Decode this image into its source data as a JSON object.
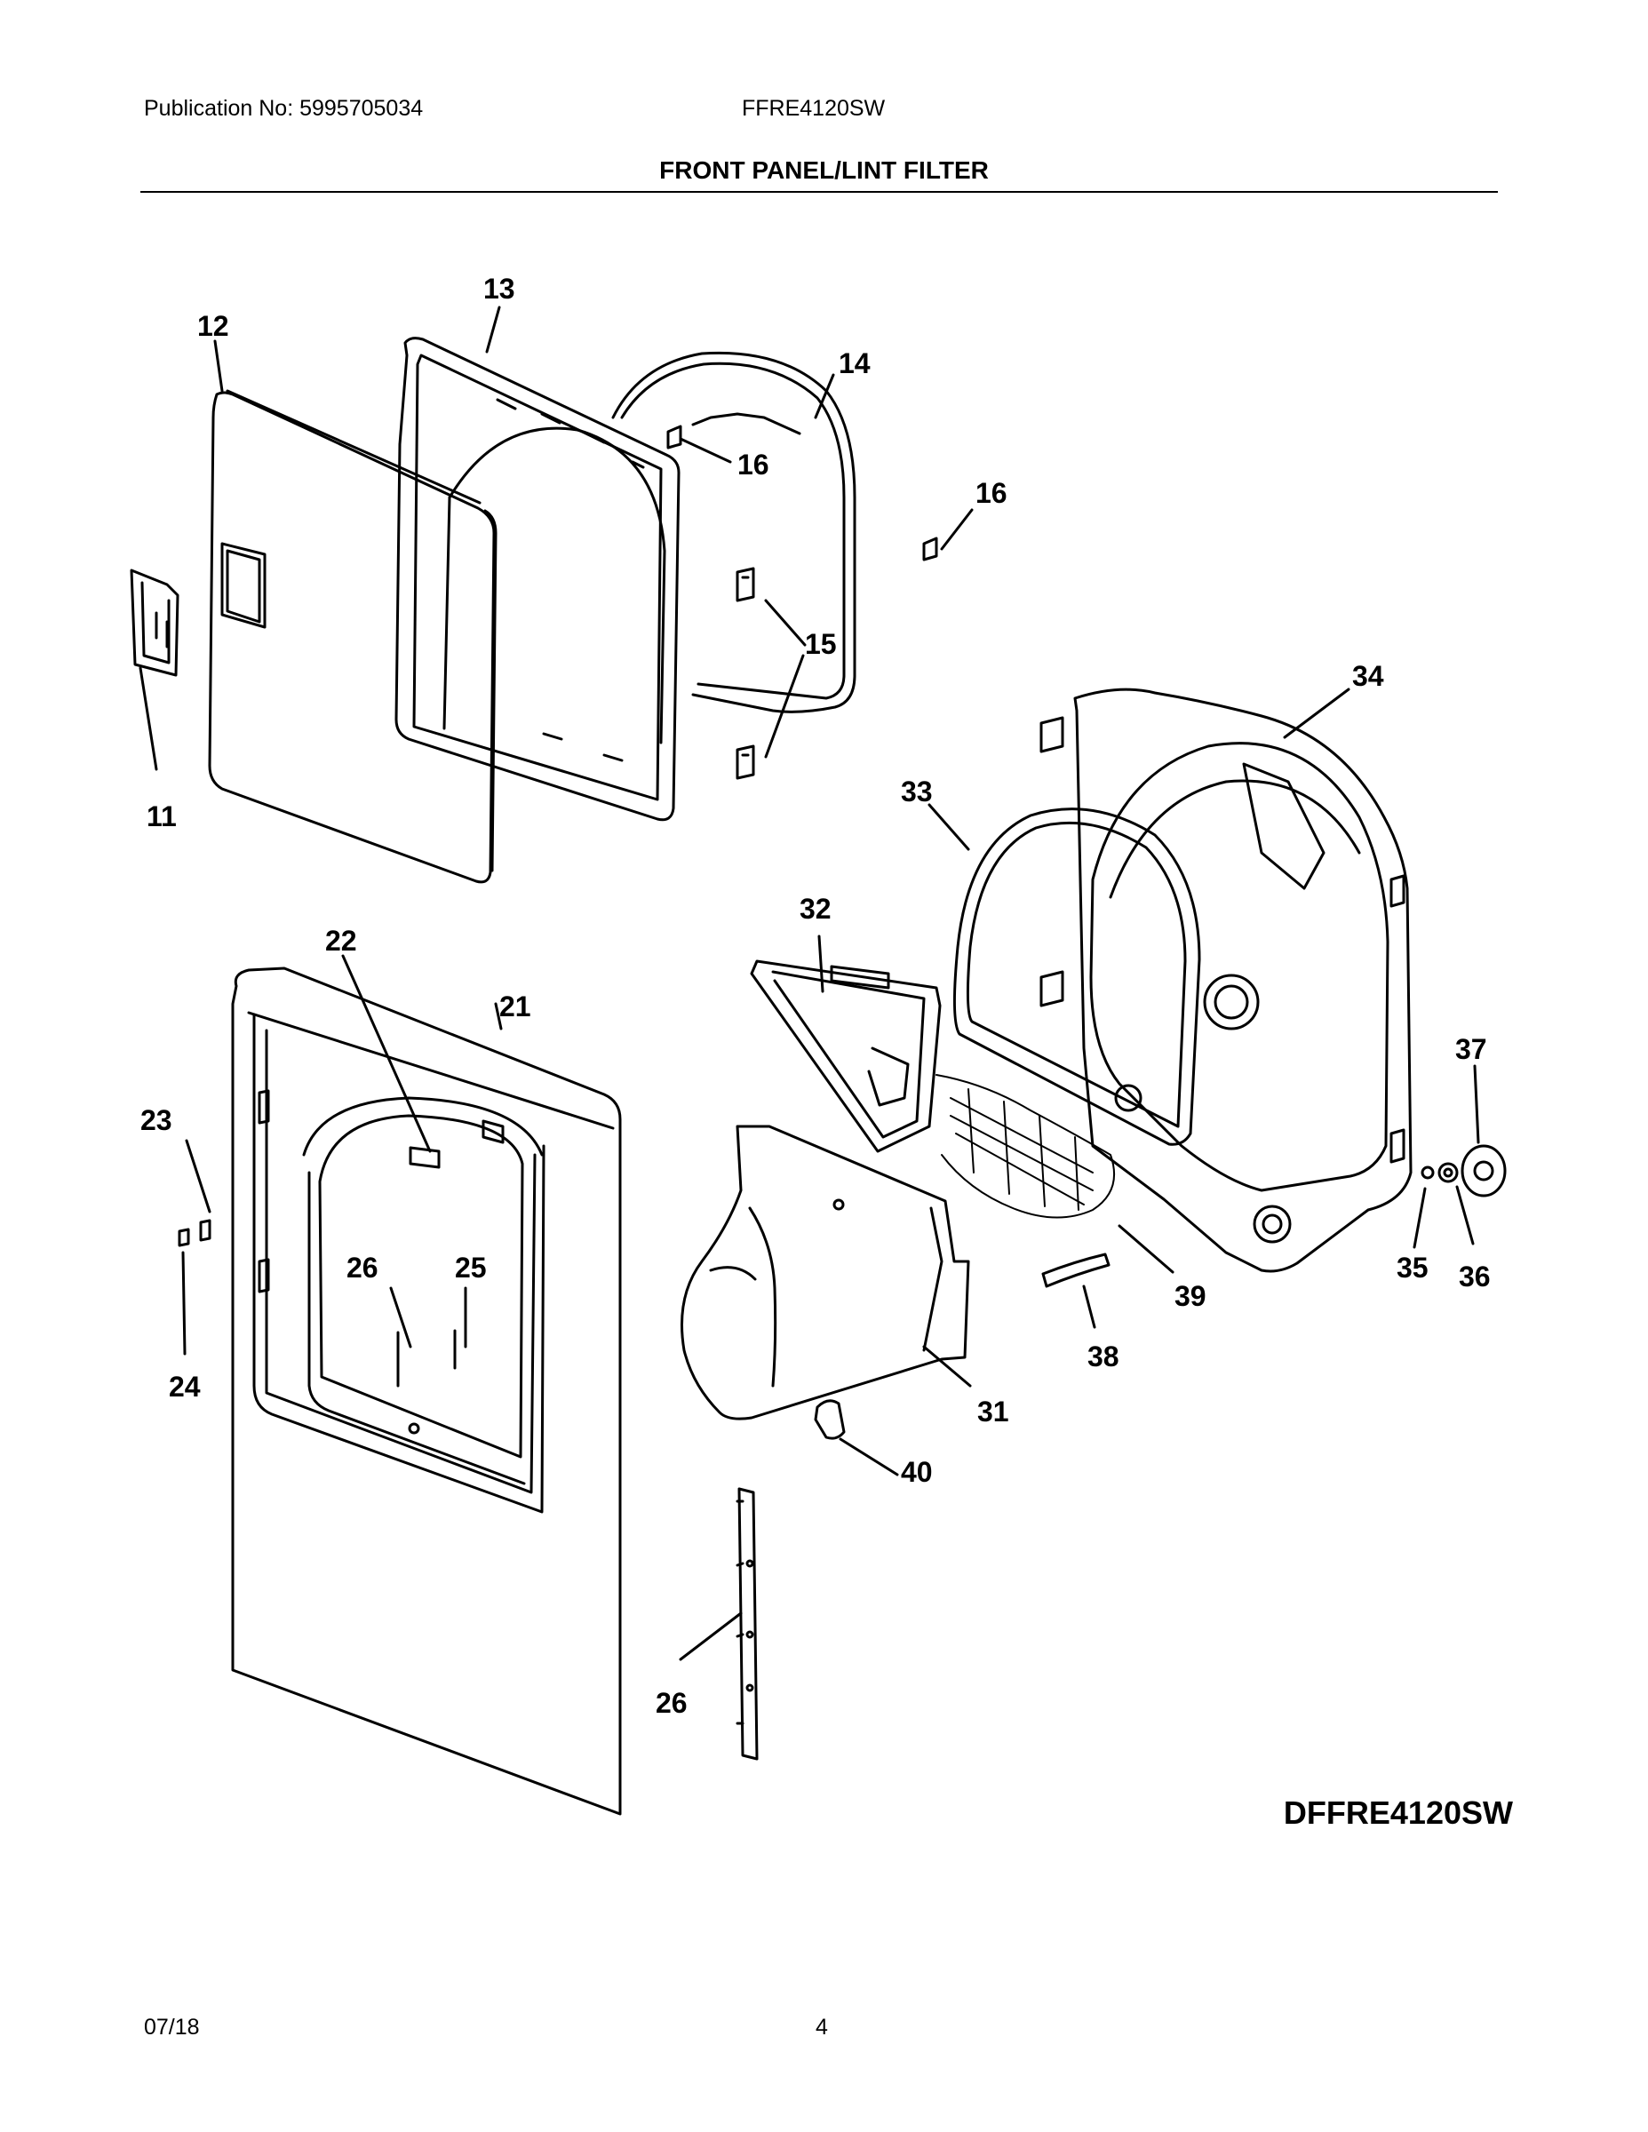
{
  "header": {
    "publication": "Publication No: 5995705034",
    "model": "FFRE4120SW",
    "title": "FRONT PANEL/LINT FILTER"
  },
  "diagram": {
    "id_label": "DFFRE4120SW",
    "callouts": {
      "c11": "11",
      "c12": "12",
      "c13": "13",
      "c14": "14",
      "c15": "15",
      "c16a": "16",
      "c16b": "16",
      "c21": "21",
      "c22": "22",
      "c23": "23",
      "c24": "24",
      "c25": "25",
      "c26a": "26",
      "c26b": "26",
      "c31": "31",
      "c32": "32",
      "c33": "33",
      "c34": "34",
      "c35": "35",
      "c36": "36",
      "c37": "37",
      "c38": "38",
      "c39": "39",
      "c40": "40"
    }
  },
  "footer": {
    "date": "07/18",
    "page": "4"
  }
}
